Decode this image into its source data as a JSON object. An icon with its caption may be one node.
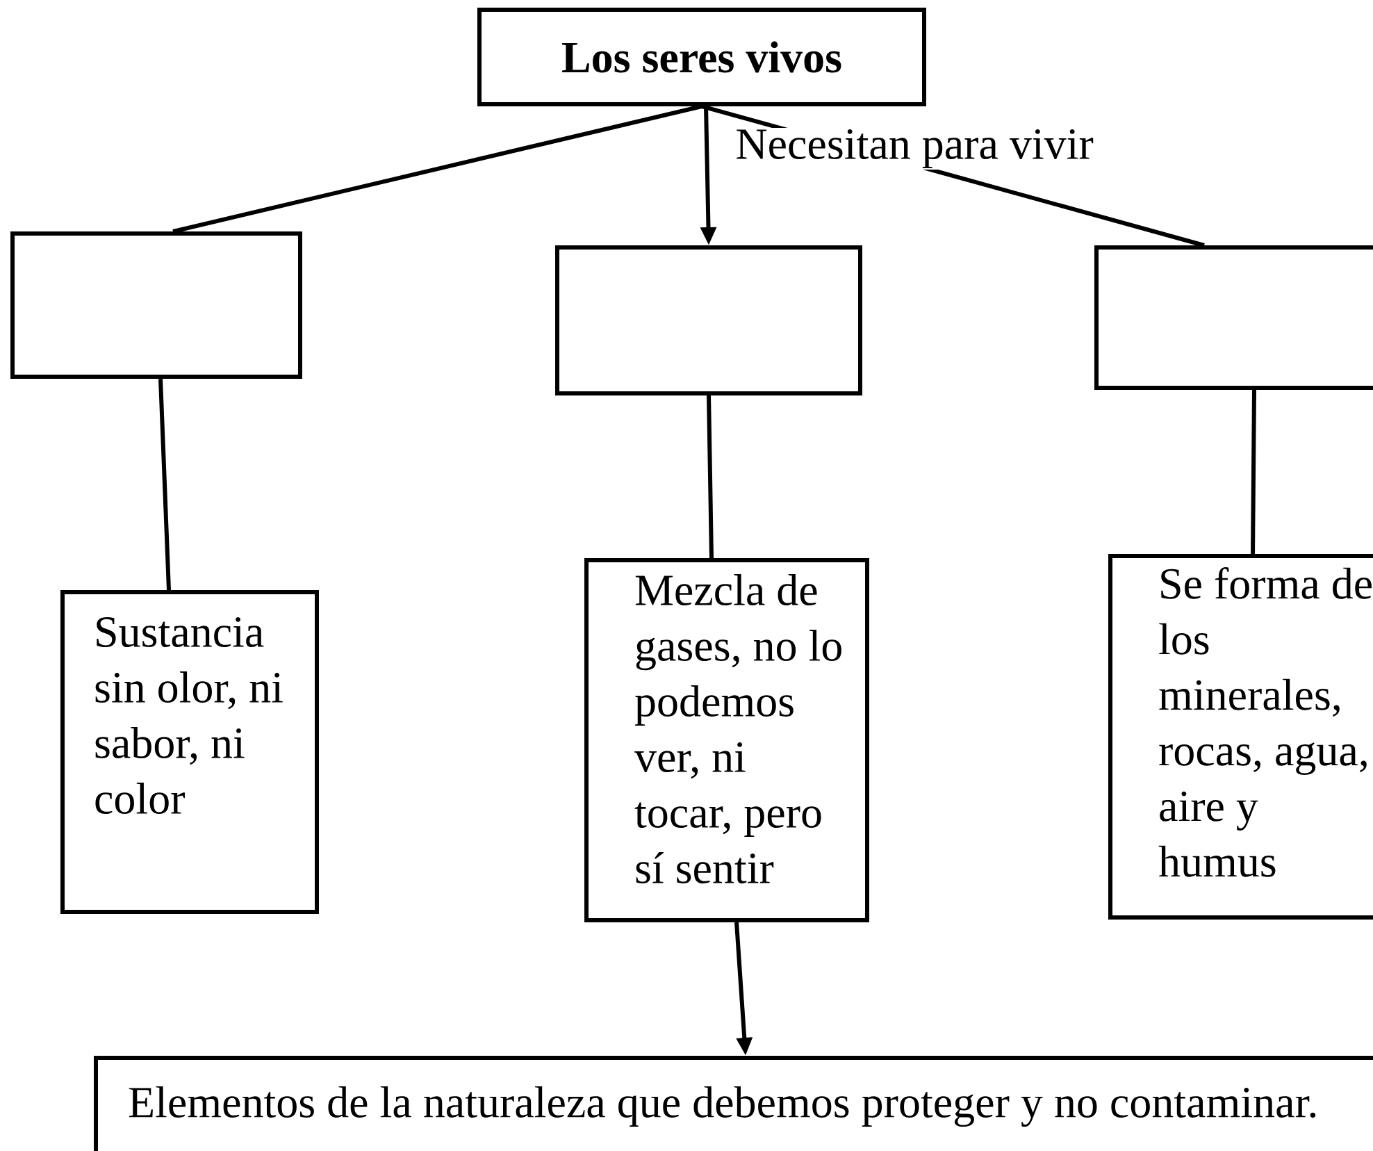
{
  "diagram": {
    "nodes": [
      {
        "text": [
          "Los seres vivos"
        ]
      },
      {
        "text": [],
        "shape": "box"
      },
      {
        "text": [],
        "shape": "box"
      },
      {
        "text": [],
        "shape": "box"
      },
      {
        "text": [
          "Sustancia sin olor, ni sabor, ni color"
        ]
      },
      {
        "text": [
          "Mezcla de gases, no lo podemos ver, ni tocar, pero sí sentir"
        ]
      },
      {
        "text": [
          "Se forma de los minerales, rocas, agua, aire y humus"
        ]
      },
      {
        "text": [
          "Elementos de la naturaleza que debemos proteger y no contaminar."
        ]
      }
    ],
    "edges": [
      {
        "from": 0,
        "to": 1,
        "arrow": "none"
      },
      {
        "from": 0,
        "to": 2,
        "arrow": "to",
        "label": "Necesitan para vivir"
      },
      {
        "from": 0,
        "to": 3,
        "arrow": "none"
      },
      {
        "from": 1,
        "to": 4,
        "arrow": "none"
      },
      {
        "from": 2,
        "to": 5,
        "arrow": "none"
      },
      {
        "from": 3,
        "to": 6,
        "arrow": "none"
      },
      {
        "from": 5,
        "to": 7,
        "arrow": "to"
      }
    ]
  }
}
